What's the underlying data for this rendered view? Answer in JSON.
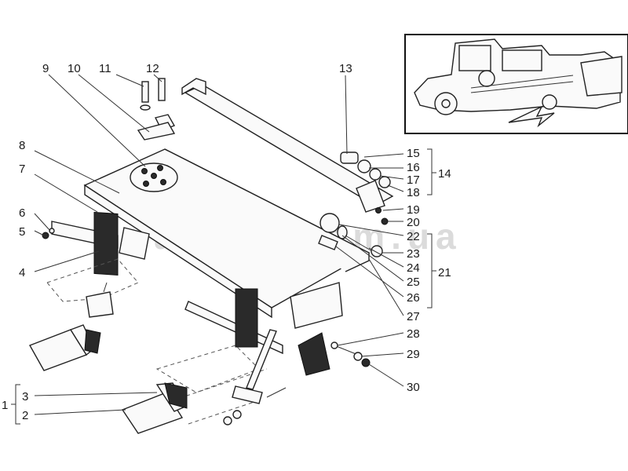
{
  "diagram": {
    "watermark": "adara.com.ua",
    "callouts": [
      "1",
      "2",
      "3",
      "4",
      "5",
      "6",
      "7",
      "8",
      "9",
      "10",
      "11",
      "12",
      "13",
      "14",
      "15",
      "16",
      "17",
      "18",
      "19",
      "20",
      "21",
      "22",
      "23",
      "24",
      "25",
      "26",
      "27",
      "28",
      "29",
      "30"
    ]
  }
}
